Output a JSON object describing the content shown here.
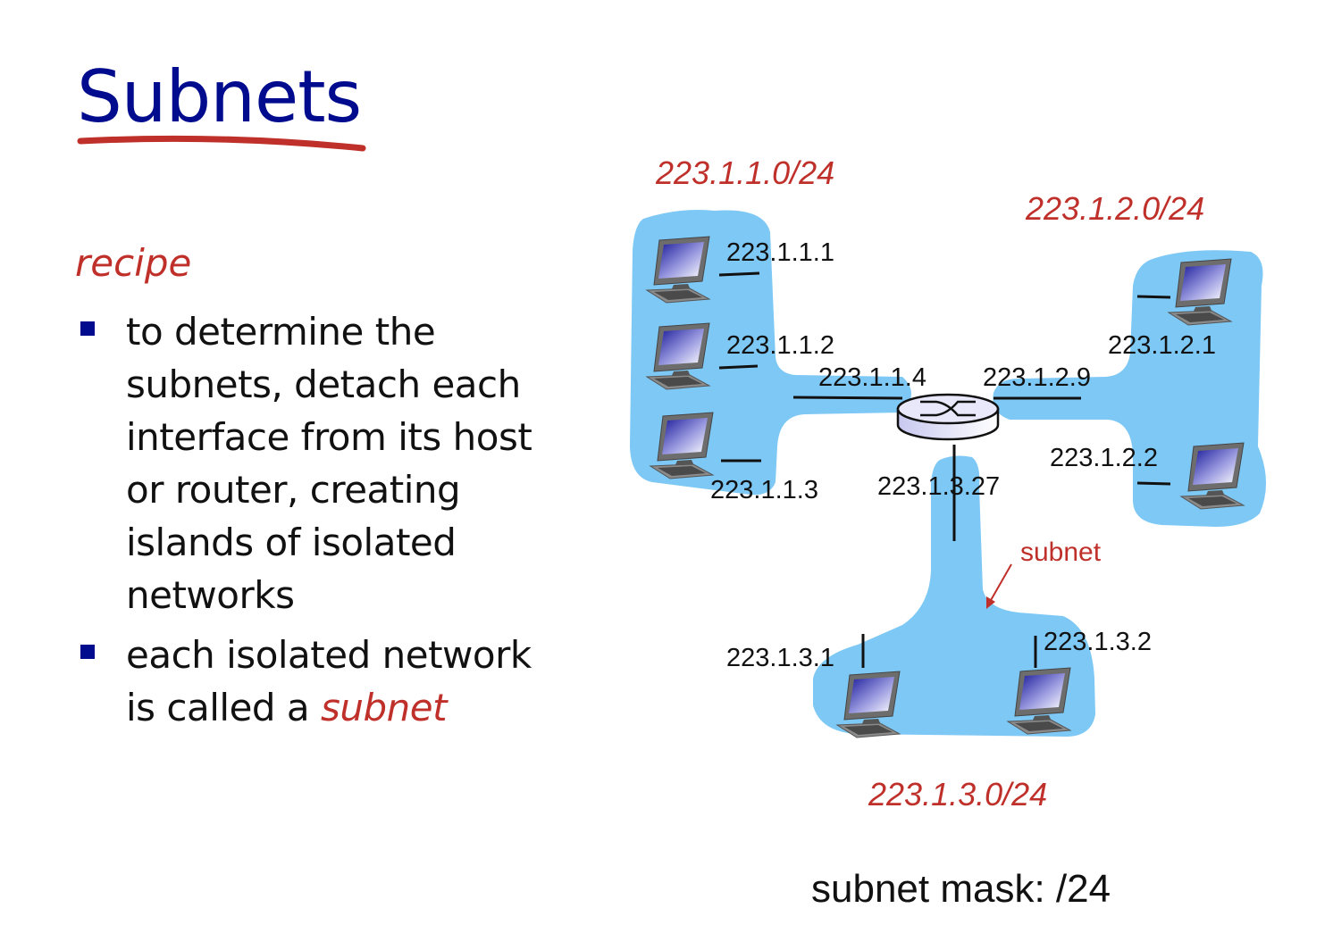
{
  "slide": {
    "title": "Subnets",
    "recipe_heading": "recipe",
    "bullets": [
      {
        "text": "to determine the subnets, detach each interface from its host or router, creating islands of isolated networks",
        "lines": [
          "to determine the",
          "subnets, detach each",
          "interface from its host",
          "or router, creating",
          "islands of isolated",
          "networks"
        ]
      },
      {
        "lines": [
          "each isolated network",
          "is called a "
        ],
        "emphasis": "subnet"
      }
    ]
  },
  "diagram": {
    "colors": {
      "subnet_fill": "#7dc8f5",
      "accent_red": "#c0302a",
      "title_blue": "#000b8e"
    },
    "subnets": [
      {
        "label": "223.1.1.0/24",
        "hosts": [
          "223.1.1.1",
          "223.1.1.2",
          "223.1.1.3"
        ],
        "router_interface": "223.1.1.4"
      },
      {
        "label": "223.1.2.0/24",
        "hosts": [
          "223.1.2.1",
          "223.1.2.2"
        ],
        "router_interface": "223.1.2.9"
      },
      {
        "label": "223.1.3.0/24",
        "hosts": [
          "223.1.3.1",
          "223.1.3.2"
        ],
        "router_interface": "223.1.3.27"
      }
    ],
    "annotation": "subnet",
    "mask_caption": "subnet mask: /24"
  }
}
